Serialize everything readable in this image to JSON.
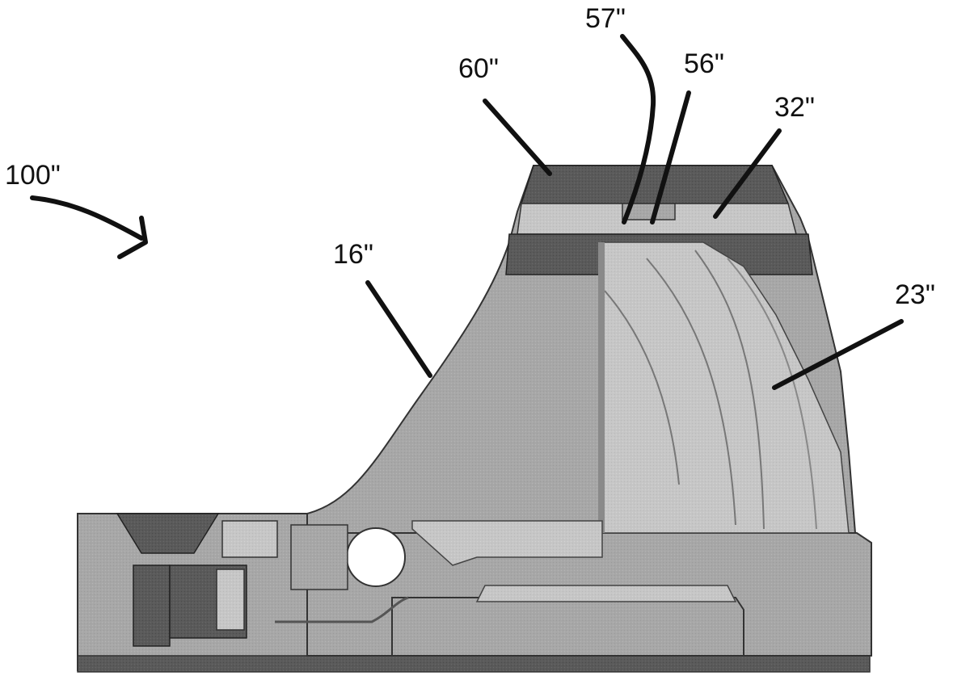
{
  "figure": {
    "reference_labels": [
      {
        "id": "label-100",
        "text": "100\""
      },
      {
        "id": "label-60",
        "text": "60\""
      },
      {
        "id": "label-57",
        "text": "57\""
      },
      {
        "id": "label-56",
        "text": "56\""
      },
      {
        "id": "label-32",
        "text": "32\""
      },
      {
        "id": "label-16",
        "text": "16\""
      },
      {
        "id": "label-23",
        "text": "23\""
      }
    ]
  },
  "colors": {
    "background": "#ffffff",
    "body_gray": "#a9a9a9",
    "mid_gray": "#8e8e8e",
    "dark_gray": "#555555",
    "light_gray": "#cfcfcf",
    "lens_gray": "#c4c4c4",
    "line": "#111111"
  }
}
